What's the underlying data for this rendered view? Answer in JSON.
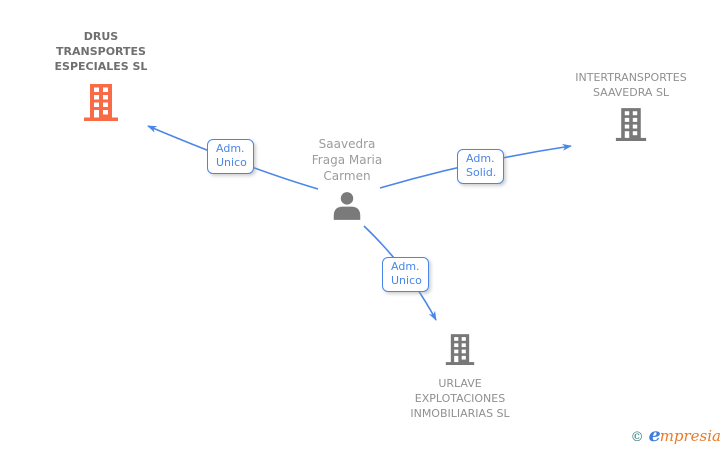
{
  "diagram_title": "corporate-relations-diagram",
  "person": {
    "name": "Saavedra Fraga Maria Carmen"
  },
  "companies": {
    "drus": {
      "name": "DRUS TRANSPORTES ESPECIALES SL",
      "highlighted": true
    },
    "intertransportes": {
      "name": "INTERTRANSPORTES SAAVEDRA SL",
      "highlighted": false
    },
    "urlave": {
      "name": "URLAVE EXPLOTACIONES INMOBILIARIAS SL",
      "highlighted": false
    }
  },
  "relations": {
    "to_drus": {
      "line1": "Adm.",
      "line2": "Unico"
    },
    "to_intertransportes": {
      "line1": "Adm.",
      "line2": "Solid."
    },
    "to_urlave": {
      "line1": "Adm.",
      "line2": "Unico"
    }
  },
  "footer": {
    "copyright_symbol": "©",
    "brand_first_letter": "e",
    "brand_rest": "mpresia"
  },
  "colors": {
    "arrow_blue": "#4A86E8",
    "icon_gray": "#787878",
    "icon_highlight_orange": "#F96B46",
    "company_text_gray": "#909090",
    "highlight_company_text": "#6F6F6F",
    "person_text": "#9C9C9C",
    "logo_teal": "#2B7A7B",
    "logo_blue": "#3F7ED8",
    "logo_orange": "#E87A28"
  }
}
